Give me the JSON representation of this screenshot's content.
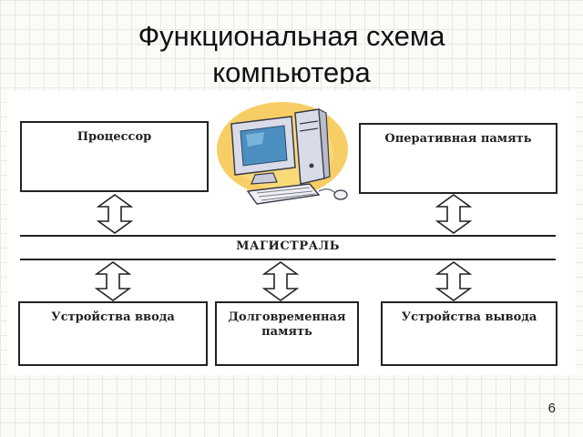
{
  "title": {
    "line1": "Функциональная схема",
    "line2": "компьютера"
  },
  "blocks": {
    "processor": "Процессор",
    "ram": "Оперативная память",
    "input_devices": "Устройства ввода",
    "storage_line1": "Долговременная",
    "storage_line2": "память",
    "output_devices": "Устройства вывода"
  },
  "bus": {
    "label": "МАГИСТРАЛЬ"
  },
  "illustration": {
    "name": "computer-icon",
    "colors": {
      "halo": "#f6c64a",
      "case": "#d9dce8",
      "screen": "#4a8fc0",
      "outline": "#3a3a4a"
    }
  },
  "page_number": "6"
}
